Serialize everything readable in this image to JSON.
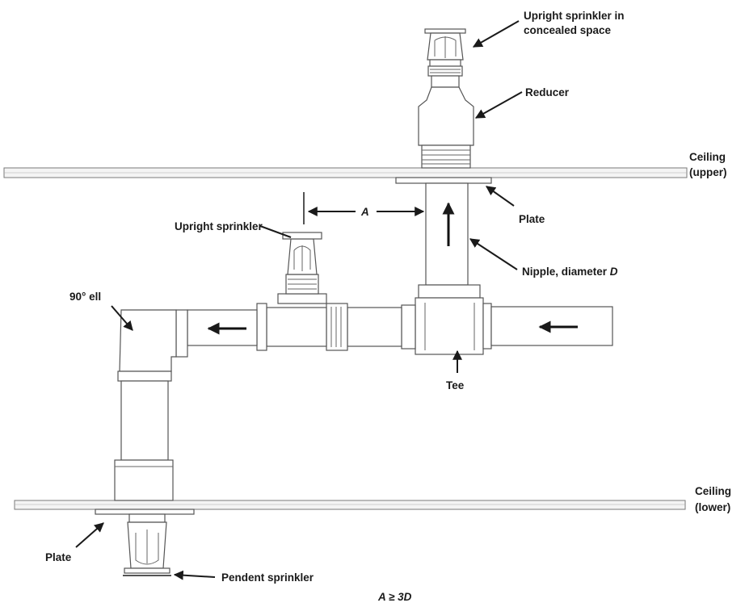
{
  "labels": {
    "upright_concealed_line1": "Upright sprinkler in",
    "upright_concealed_line2": "concealed space",
    "reducer": "Reducer",
    "ceiling_upper_line1": "Ceiling",
    "ceiling_upper_line2": "(upper)",
    "dimension_a": "A",
    "upright_sprinkler": "Upright sprinkler",
    "plate_upper": "Plate",
    "nipple_prefix": "Nipple, diameter ",
    "nipple_d": "D",
    "ell": "90° ell",
    "tee": "Tee",
    "ceiling_lower_line1": "Ceiling",
    "ceiling_lower_line2": "(lower)",
    "plate_lower": "Plate",
    "pendent_sprinkler": "Pendent sprinkler",
    "formula": "A ≥ 3D"
  },
  "icons": {
    "flow_arrow": "arrow-icon",
    "sprinkler": "sprinkler-icon"
  }
}
